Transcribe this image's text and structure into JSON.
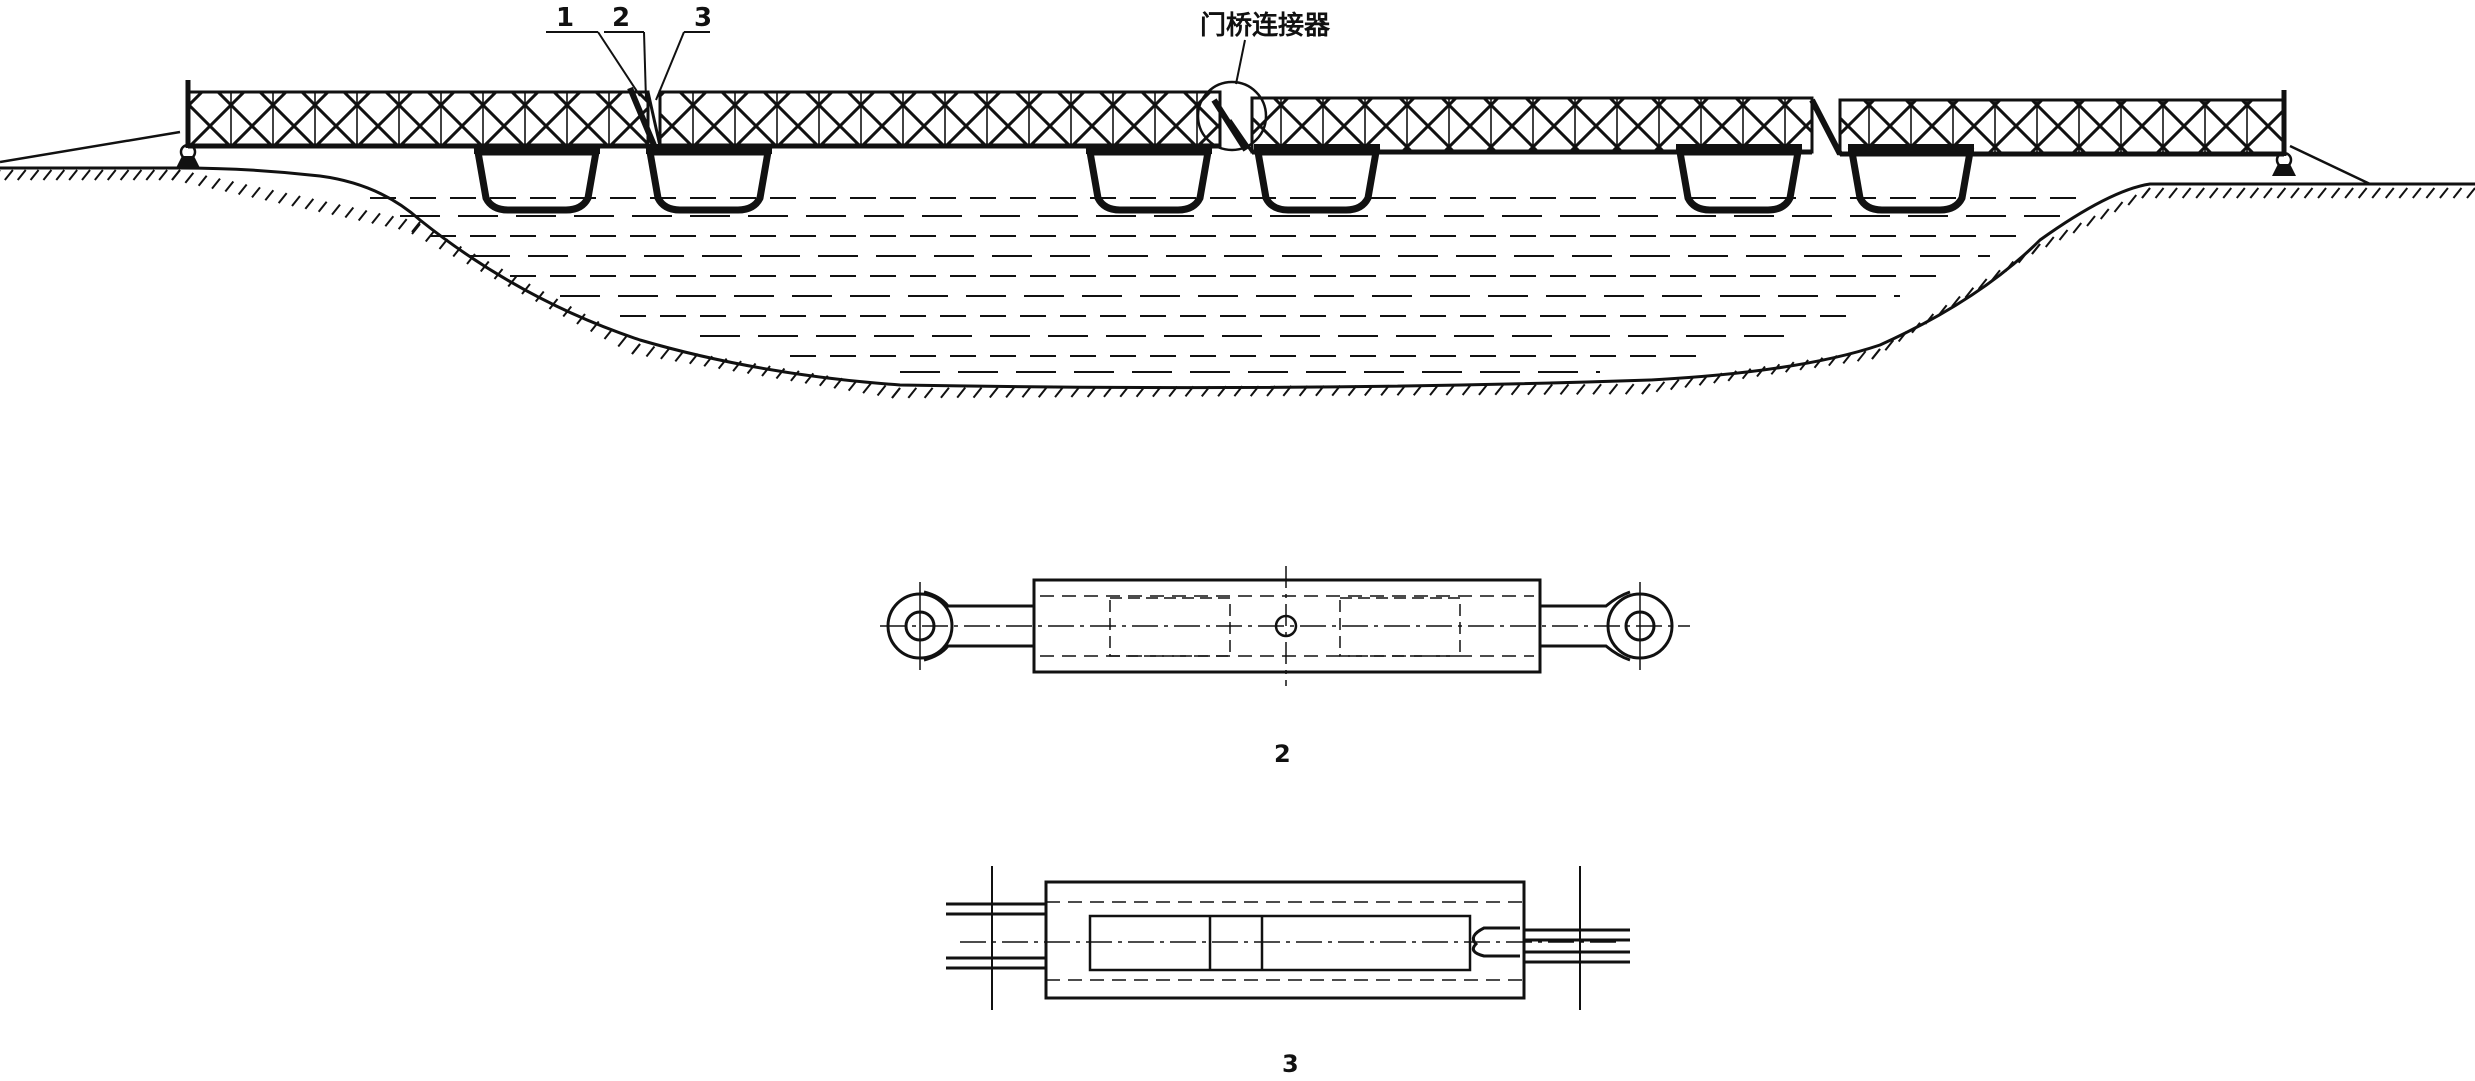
{
  "figure": {
    "connector_label": "门桥连接器",
    "callouts": [
      "1",
      "2",
      "3"
    ],
    "detail_captions": [
      "2",
      "3"
    ]
  },
  "bridge": {
    "truss_spans": 4,
    "pontoon_pairs": 3
  },
  "colors": {
    "ink": "#111111",
    "background": "#ffffff"
  }
}
